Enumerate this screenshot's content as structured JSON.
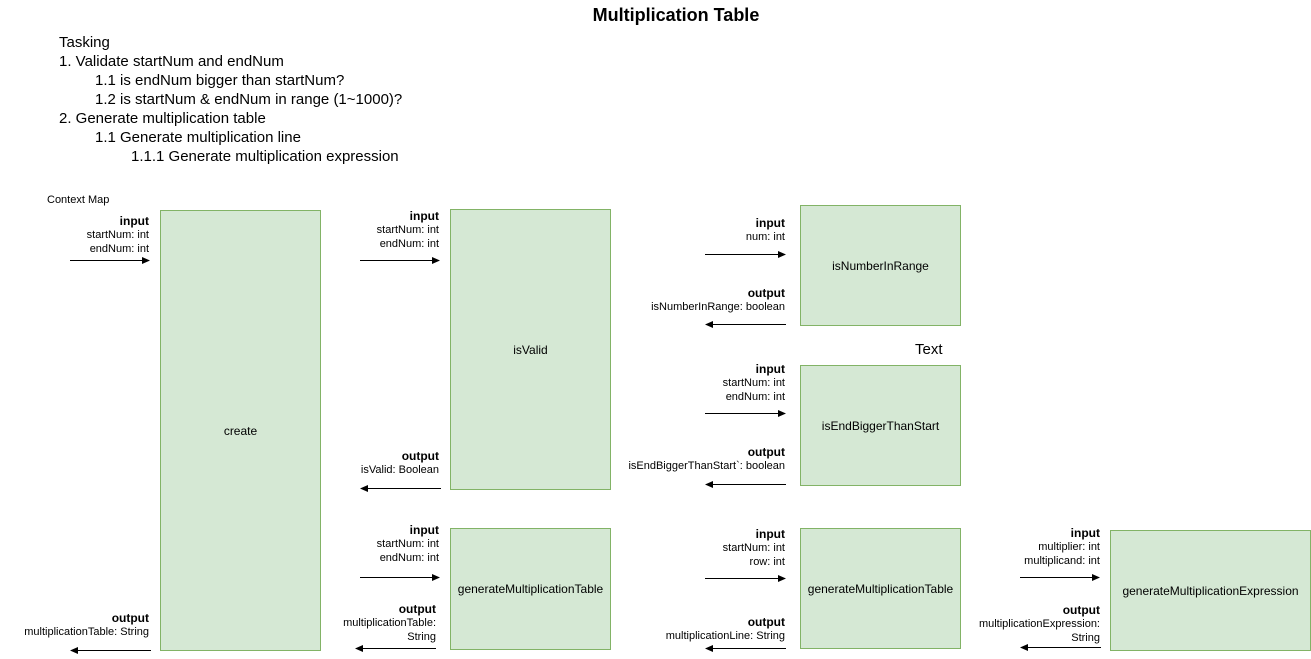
{
  "title": "Multiplication Table",
  "tasking": [
    "Tasking",
    "1. Validate startNum and endNum",
    "1.1 is endNum bigger than startNum?",
    "1.2 is startNum & endNum in range (1~1000)?",
    "2. Generate multiplication table",
    "1.1 Generate multiplication line",
    "1.1.1 Generate multiplication expression"
  ],
  "context_map": "Context Map",
  "free_text": "Text",
  "boxes": {
    "create": "create",
    "isValid": "isValid",
    "isNumberInRange": "isNumberInRange",
    "isEndBiggerThanStart": "isEndBiggerThanStart",
    "genTable": "generateMultiplicationTable",
    "genLine": "generateMultiplicationTable",
    "genExpr": "generateMultiplicationExpression"
  },
  "labels": {
    "create_in": {
      "head": "input",
      "lines": [
        "startNum: int",
        "endNum: int"
      ]
    },
    "create_out": {
      "head": "output",
      "lines": [
        "multiplicationTable: String"
      ]
    },
    "valid_in": {
      "head": "input",
      "lines": [
        "startNum: int",
        "endNum: int"
      ]
    },
    "valid_out": {
      "head": "output",
      "lines": [
        "isValid: Boolean"
      ]
    },
    "range_in": {
      "head": "input",
      "lines": [
        "num: int"
      ]
    },
    "range_out": {
      "head": "output",
      "lines": [
        "isNumberInRange: boolean"
      ]
    },
    "bigger_in": {
      "head": "input",
      "lines": [
        "startNum: int",
        "endNum: int"
      ]
    },
    "bigger_out": {
      "head": "output",
      "lines": [
        "isEndBiggerThanStart`: boolean"
      ]
    },
    "table_in": {
      "head": "input",
      "lines": [
        "startNum: int",
        "endNum: int"
      ]
    },
    "table_out": {
      "head": "output",
      "lines": [
        "multiplicationTable:",
        "String"
      ]
    },
    "line_in": {
      "head": "input",
      "lines": [
        "startNum: int",
        "row: int"
      ]
    },
    "line_out": {
      "head": "output",
      "lines": [
        "multiplicationLine: String"
      ]
    },
    "expr_in": {
      "head": "input",
      "lines": [
        "multiplier: int",
        "multiplicand: int"
      ]
    },
    "expr_out": {
      "head": "output",
      "lines": [
        "multiplicationExpression:",
        "String"
      ]
    }
  }
}
